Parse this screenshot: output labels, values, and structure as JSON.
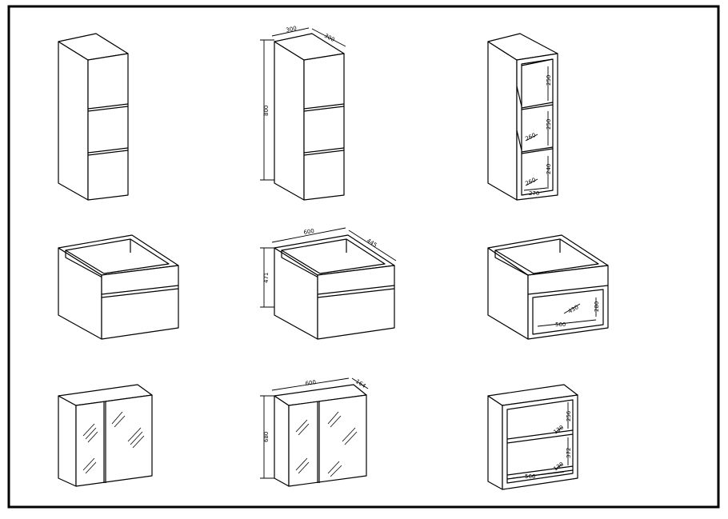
{
  "frame": {
    "border_color": "#000000",
    "background": "#ffffff"
  },
  "tall_cabinet": {
    "width": "300",
    "depth": "300",
    "height": "800"
  },
  "open_shelf": {
    "shelf_h1": "250",
    "shelf_h2": "250",
    "shelf_h3": "240",
    "inner_depth": "260",
    "inner_width": "270"
  },
  "drawer_unit": {
    "width": "600",
    "depth": "445",
    "height": "471"
  },
  "open_vanity": {
    "depth": "430",
    "height": "280",
    "width": "560"
  },
  "mirror_cabinet": {
    "width": "600",
    "depth": "164",
    "height": "680"
  },
  "open_wall": {
    "h1": "256",
    "d1": "130",
    "h2": "372",
    "d2": "130",
    "w": "566"
  }
}
